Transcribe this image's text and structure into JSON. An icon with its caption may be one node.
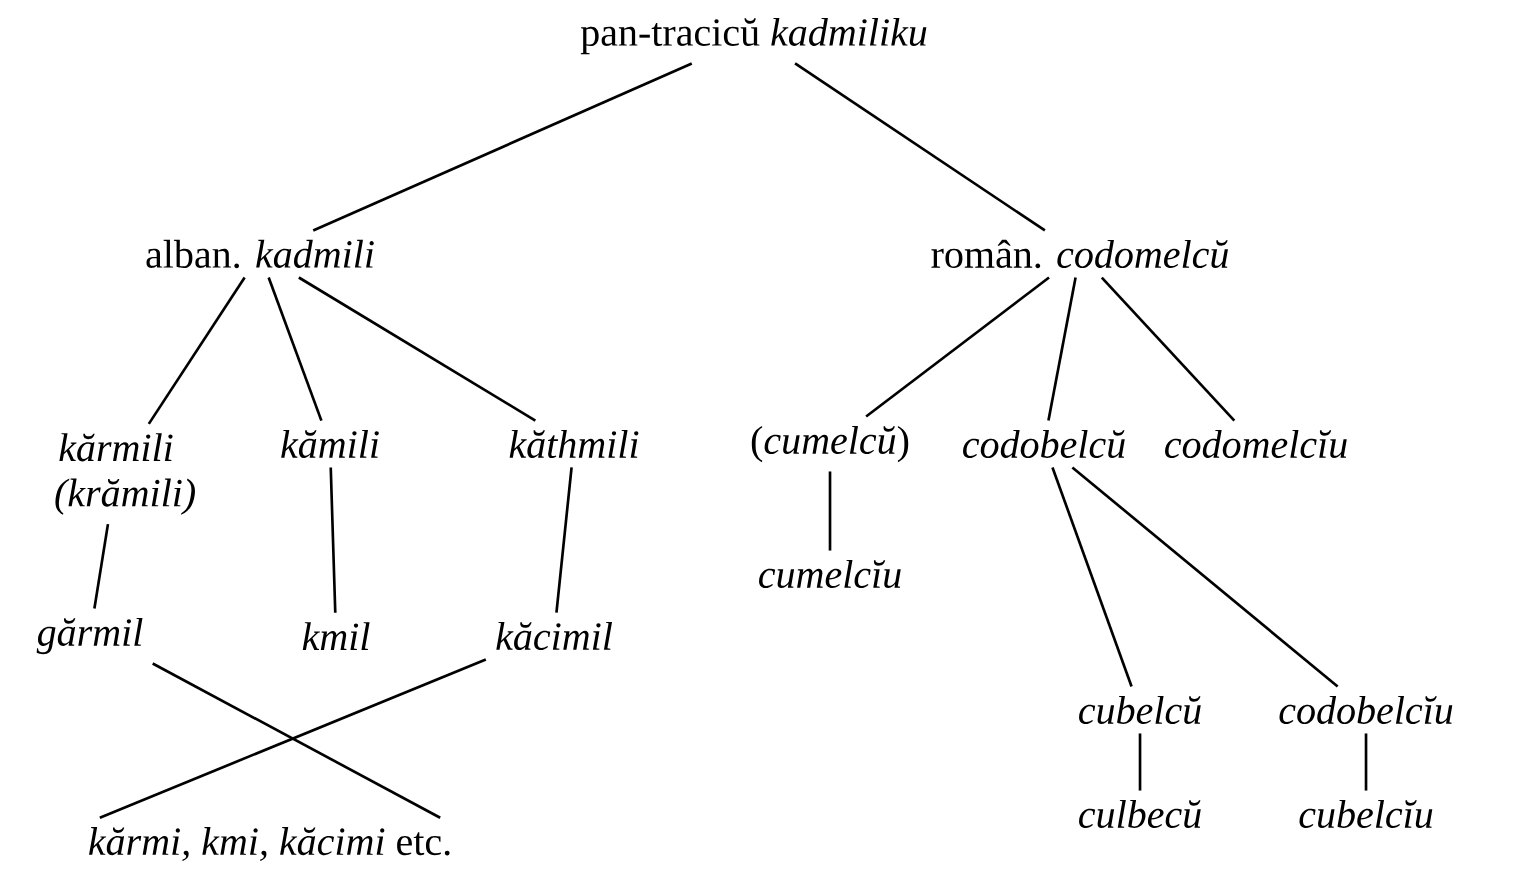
{
  "diagram": {
    "nodes": [
      {
        "text": [
          "pan-tracicŭ *kadmiliku*"
        ]
      },
      {
        "text": [
          "alban. *kadmili*"
        ]
      },
      {
        "text": [
          "român. *codomelcŭ*"
        ]
      },
      {
        "text": [
          "kărmili (krămili)"
        ]
      },
      {
        "text": [
          "kămili"
        ]
      },
      {
        "text": [
          "kăthmili"
        ]
      },
      {
        "text": [
          "gărmil"
        ]
      },
      {
        "text": [
          "kmil"
        ]
      },
      {
        "text": [
          "kăcimil"
        ]
      },
      {
        "text": [
          "*kărmi, kmi, kăcimi* etc."
        ]
      },
      {
        "text": [
          "(*cumelcŭ*)"
        ]
      },
      {
        "text": [
          "codobelcŭ"
        ]
      },
      {
        "text": [
          "codomelcĭu"
        ]
      },
      {
        "text": [
          "cumelcĭu"
        ]
      },
      {
        "text": [
          "cubelcŭ"
        ]
      },
      {
        "text": [
          "codobelcĭu"
        ]
      },
      {
        "text": [
          "culbecŭ"
        ]
      },
      {
        "text": [
          "cubelcĭu"
        ]
      }
    ],
    "edges": [
      {
        "from": 0,
        "to": 1,
        "arrow": "none"
      },
      {
        "from": 0,
        "to": 2,
        "arrow": "none"
      },
      {
        "from": 1,
        "to": 3,
        "arrow": "none"
      },
      {
        "from": 1,
        "to": 4,
        "arrow": "none"
      },
      {
        "from": 1,
        "to": 5,
        "arrow": "none"
      },
      {
        "from": 3,
        "to": 6,
        "arrow": "none"
      },
      {
        "from": 4,
        "to": 7,
        "arrow": "none"
      },
      {
        "from": 5,
        "to": 8,
        "arrow": "none"
      },
      {
        "from": 6,
        "to": 9,
        "arrow": "none"
      },
      {
        "from": 8,
        "to": 9,
        "arrow": "none"
      },
      {
        "from": 2,
        "to": 10,
        "arrow": "none"
      },
      {
        "from": 2,
        "to": 11,
        "arrow": "none"
      },
      {
        "from": 2,
        "to": 12,
        "arrow": "none"
      },
      {
        "from": 10,
        "to": 13,
        "arrow": "none"
      },
      {
        "from": 11,
        "to": 14,
        "arrow": "none"
      },
      {
        "from": 11,
        "to": 15,
        "arrow": "none"
      },
      {
        "from": 14,
        "to": 16,
        "arrow": "none"
      },
      {
        "from": 15,
        "to": 17,
        "arrow": "none"
      }
    ]
  }
}
